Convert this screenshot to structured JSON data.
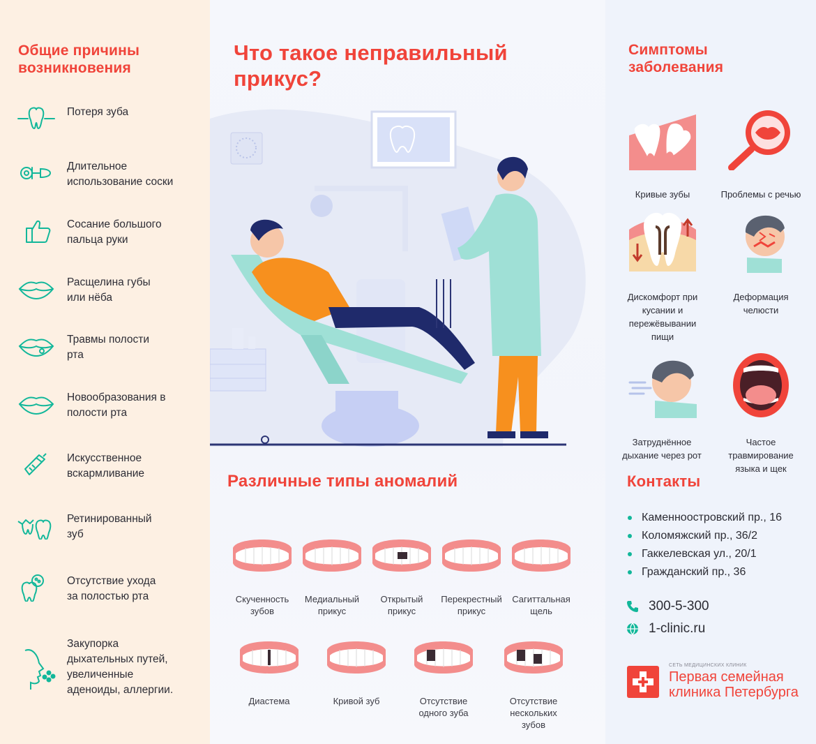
{
  "left": {
    "title": "Общие причины\nвозникновения",
    "causes": [
      {
        "label": "Потеря зуба",
        "icon": "missing-tooth-icon"
      },
      {
        "label": "Длительное\nиспользование соски",
        "icon": "pacifier-icon"
      },
      {
        "label": "Сосание большого\nпальца руки",
        "icon": "thumb-icon"
      },
      {
        "label": "Расщелина губы\nили нёба",
        "icon": "lips-icon"
      },
      {
        "label": "Травмы полости\nрта",
        "icon": "injured-lips-icon"
      },
      {
        "label": "Новообразования в\nполости рта",
        "icon": "lips-growth-icon"
      },
      {
        "label": "Искусственное\nвскармливание",
        "icon": "baby-bottle-icon"
      },
      {
        "label": "Ретинированный\nзуб",
        "icon": "impacted-tooth-icon"
      },
      {
        "label": "Отсутствие ухода\nза полостью рта",
        "icon": "dirty-tooth-icon"
      },
      {
        "label": "Закупорка\nдыхательных путей,\nувеличенные\nаденоиды, аллергии.",
        "icon": "airway-blockage-icon"
      }
    ]
  },
  "main": {
    "title": "Что такое неправильный\nприкус?",
    "anomalies_title": "Различные типы аномалий",
    "anomalies": [
      "Скученность\nзубов",
      "Медиальный\nприкус",
      "Открытый\nприкус",
      "Перекрестный\nприкус",
      "Сагиттальная\nщель",
      "Диастема",
      "Кривой зуб",
      "Отсутствие\nодного зуба",
      "Отсутствие\nнескольких зубов"
    ]
  },
  "right": {
    "title": "Симптомы\nзаболевания",
    "symptoms": [
      "Кривые зубы",
      "Проблемы с речью",
      "Дискомфорт при\nкусании и\nпережёвывании\nпищи",
      "Деформация\nчелюсти",
      "Затруднённое\nдыхание через рот",
      "Частое\nтравмирование\nязыка и щек"
    ],
    "contacts_title": "Контакты",
    "addresses": [
      "Каменноостровский пр., 16",
      "Коломяжский пр., 36/2",
      "Гаккелевская ул., 20/1",
      "Гражданский пр., 36"
    ],
    "phone": "300-5-300",
    "site": "1-clinic.ru",
    "logo_small": "СЕТЬ МЕДИЦИНСКИХ КЛИНИК",
    "logo_line1": "Первая семейная",
    "logo_line2": "клиника Петербурга"
  },
  "colors": {
    "accent_red": "#f0443a",
    "icon_green": "#12b79a",
    "left_bg": "#fdf0e3",
    "right_bg": "#eff3fb"
  }
}
